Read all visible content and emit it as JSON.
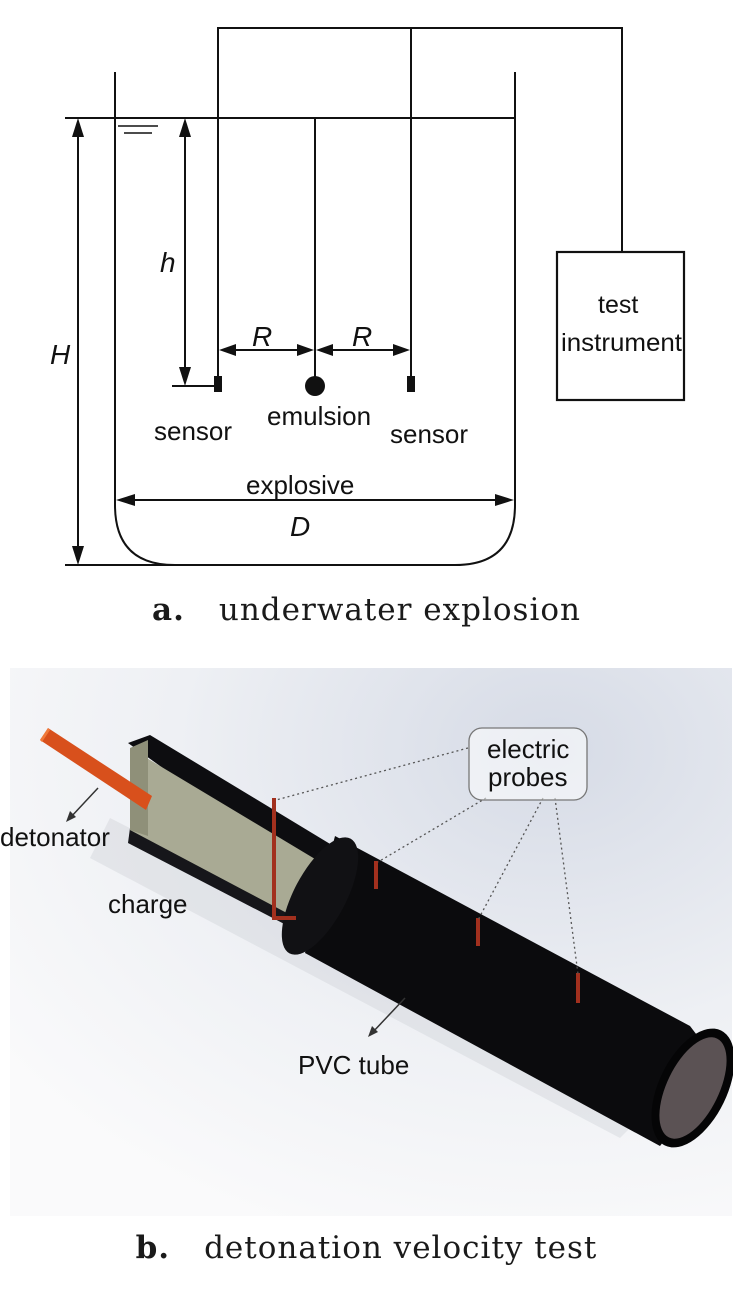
{
  "panel_a": {
    "caption_letter": "a.",
    "caption_text": "underwater explosion",
    "labels": {
      "H": "H",
      "h": "h",
      "R_left": "R",
      "R_right": "R",
      "D": "D",
      "sensor_left": "sensor",
      "sensor_right": "sensor",
      "charge_line1": "emulsion",
      "charge_line2": "explosive",
      "instrument_line1": "test",
      "instrument_line2": "instrument"
    }
  },
  "panel_b": {
    "caption_letter": "b.",
    "caption_text": "detonation velocity test",
    "labels": {
      "probes_line1": "electric",
      "probes_line2": "probes",
      "detonator": "detonator",
      "charge": "charge",
      "tube": "PVC tube"
    },
    "colors": {
      "tube": "#0b0b0d",
      "charge": "#a9aa94",
      "detonator": "#d8501c",
      "probe": "#a2301e",
      "tube_end": "#5b5254"
    }
  }
}
